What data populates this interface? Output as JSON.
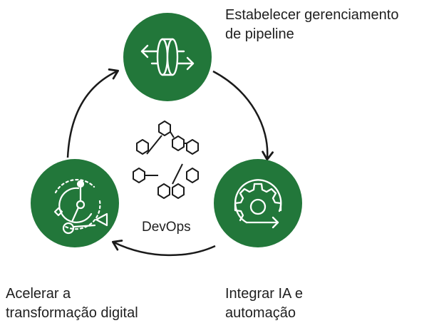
{
  "nodes": {
    "top": {
      "line1": "Estabelecer gerenciamento",
      "line2": "de pipeline",
      "icon": "pipeline-cylinder-icon"
    },
    "bottom_right": {
      "line1": "Integrar IA e",
      "line2": "automação",
      "icon": "gear-cycle-icon"
    },
    "bottom_left": {
      "line1": "Acelerar a",
      "line2": "transformação digital",
      "icon": "transformation-network-icon"
    }
  },
  "center": {
    "label": "DevOps",
    "icon": "hexagon-cluster-icon"
  },
  "colors": {
    "node_fill": "#22773a",
    "arrow": "#1a1a1a",
    "icon_stroke": "#ffffff",
    "hex_stroke": "#1a1a1a"
  }
}
